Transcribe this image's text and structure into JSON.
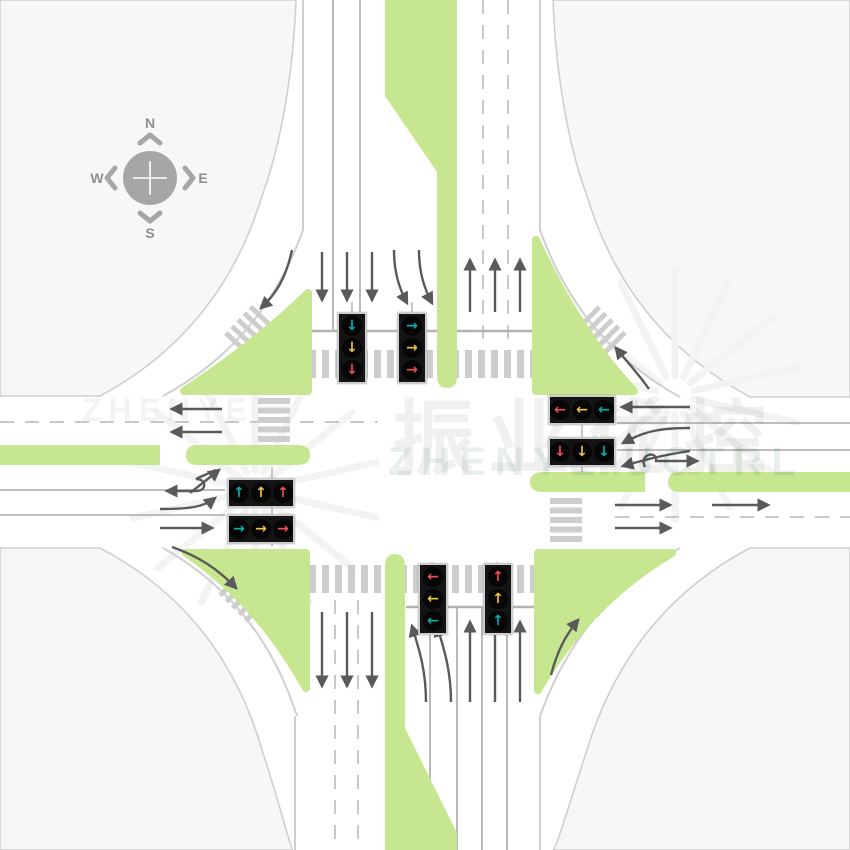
{
  "compass": {
    "n": "N",
    "e": "E",
    "s": "S",
    "w": "W"
  },
  "watermark": {
    "cn_left": "振业",
    "cn_right": "优控",
    "latin": "ZHENYE UCTRL",
    "latin_small": "ZHENYE",
    "cn_color": "#f0f0ee",
    "latin_color": "#e9efec",
    "latin_small_color": "#f3f3f1"
  },
  "colors": {
    "green": "#c6e78f",
    "offroad": "#f7f7f7",
    "curb": "#cfcfcf",
    "line": "#a8a8a8",
    "dashed": "#c8c8c8",
    "stop": "#b4b4b4",
    "crosswalk": "#cdcdcd",
    "arrow": "#5a5a5a",
    "fan": "#f3f3f3",
    "compass_gray": "#a6a6a6",
    "compass_text": "#8f8f8f",
    "signal_red": "#f25050",
    "signal_yellow": "#f2c244",
    "signal_cyan": "#00b2b2"
  },
  "signals": {
    "north_straight": {
      "movement": "southbound-through",
      "lights": [
        {
          "glyph": "↓",
          "color": "#00b2b2"
        },
        {
          "glyph": "↓",
          "color": "#f2c244"
        },
        {
          "glyph": "↓",
          "color": "#f25050"
        }
      ]
    },
    "north_left": {
      "movement": "southbound-left",
      "lights": [
        {
          "glyph": "→",
          "color": "#00b2b2"
        },
        {
          "glyph": "→",
          "color": "#f2c244"
        },
        {
          "glyph": "→",
          "color": "#f25050"
        }
      ]
    },
    "east_straight": {
      "movement": "westbound-through",
      "lights": [
        {
          "glyph": "←",
          "color": "#f25050"
        },
        {
          "glyph": "←",
          "color": "#f2c244"
        },
        {
          "glyph": "←",
          "color": "#00b2b2"
        }
      ]
    },
    "east_left": {
      "movement": "westbound-left",
      "lights": [
        {
          "glyph": "↓",
          "color": "#f25050"
        },
        {
          "glyph": "↓",
          "color": "#f2c244"
        },
        {
          "glyph": "↓",
          "color": "#00b2b2"
        }
      ]
    },
    "west_left": {
      "movement": "eastbound-left",
      "lights": [
        {
          "glyph": "↑",
          "color": "#00b2b2"
        },
        {
          "glyph": "↑",
          "color": "#f2c244"
        },
        {
          "glyph": "↑",
          "color": "#f25050"
        }
      ]
    },
    "west_straight": {
      "movement": "eastbound-through",
      "lights": [
        {
          "glyph": "→",
          "color": "#00b2b2"
        },
        {
          "glyph": "→",
          "color": "#f2c244"
        },
        {
          "glyph": "→",
          "color": "#f25050"
        }
      ]
    },
    "south_left": {
      "movement": "northbound-left",
      "lights": [
        {
          "glyph": "←",
          "color": "#f25050"
        },
        {
          "glyph": "←",
          "color": "#f2c244"
        },
        {
          "glyph": "←",
          "color": "#00b2b2"
        }
      ]
    },
    "south_straight": {
      "movement": "northbound-through",
      "lights": [
        {
          "glyph": "↑",
          "color": "#f25050"
        },
        {
          "glyph": "↑",
          "color": "#f2c244"
        },
        {
          "glyph": "↑",
          "color": "#00b2b2"
        }
      ]
    }
  }
}
